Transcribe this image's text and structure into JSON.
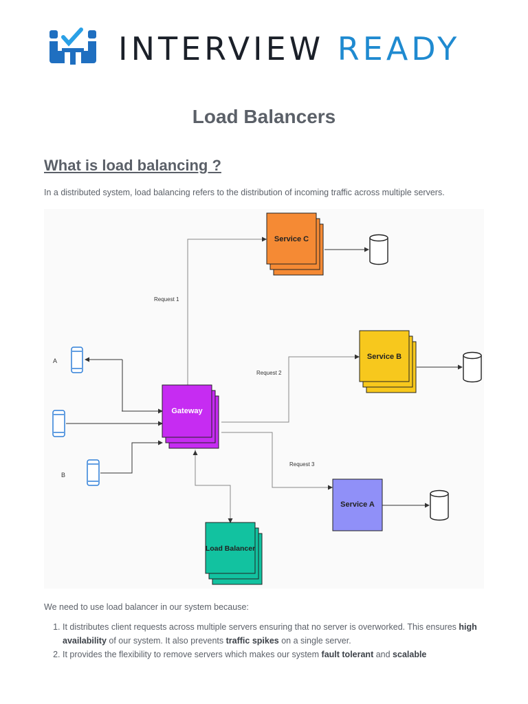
{
  "brand": {
    "word1": "INTERVIEW",
    "word2": "READY",
    "accent": "#1f8ad0"
  },
  "page": {
    "title": "Load Balancers",
    "section_heading": "What is load balancing ?",
    "intro": "In a distributed system, load balancing refers to the distribution of incoming traffic across multiple servers."
  },
  "diagram": {
    "nodes": {
      "service_c": {
        "label": "Service C",
        "color": "#f58a34"
      },
      "service_b": {
        "label": "Service B",
        "color": "#f7c81d"
      },
      "service_a": {
        "label": "Service A",
        "color": "#9090f8"
      },
      "gateway": {
        "label": "Gateway",
        "color": "#c62cf2"
      },
      "load_balancer": {
        "label": "Load Balancer",
        "color": "#12c2a0"
      }
    },
    "requests": {
      "r1": "Request 1",
      "r2": "Request 2",
      "r3": "Request 3"
    },
    "clients": {
      "a": "A",
      "b": "B"
    }
  },
  "reasons": {
    "lead": "We need to use load balancer in our system because:",
    "item1": {
      "t1": "It distributes client requests across multiple servers ensuring that no server is overworked. This ensures ",
      "b1": "high availability",
      "t2": " of our system. It also prevents ",
      "b2": "traffic spikes",
      "t3": " on a single server."
    },
    "item2": {
      "t1": "It provides the flexibility to remove servers which makes our system ",
      "b1": "fault tolerant",
      "t2": " and ",
      "b2": "scalable"
    }
  }
}
